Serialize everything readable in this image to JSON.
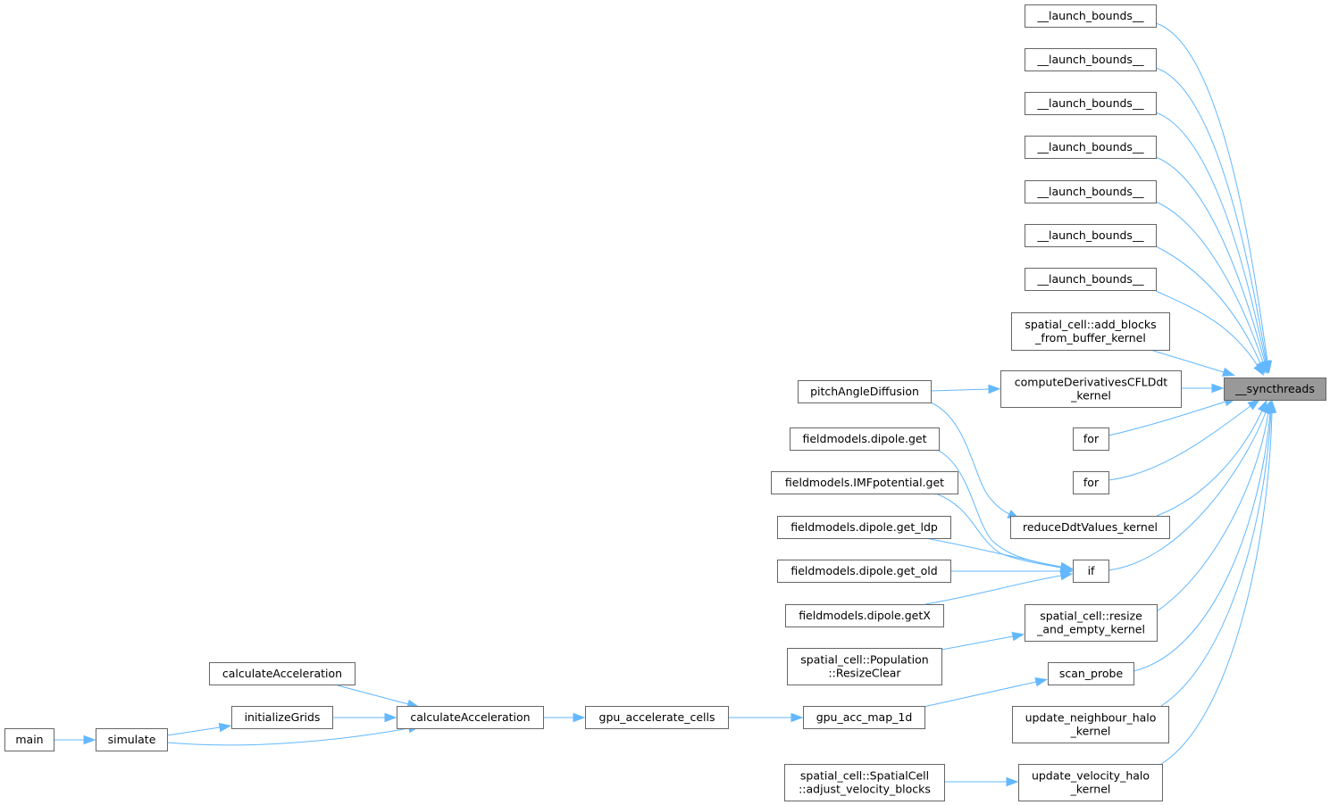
{
  "graph": {
    "nodes": [
      {
        "id": "syncthreads",
        "lines": [
          "__syncthreads"
        ],
        "root": true
      },
      {
        "id": "lb1",
        "lines": [
          "__launch_bounds__"
        ]
      },
      {
        "id": "lb2",
        "lines": [
          "__launch_bounds__"
        ]
      },
      {
        "id": "lb3",
        "lines": [
          "__launch_bounds__"
        ]
      },
      {
        "id": "lb4",
        "lines": [
          "__launch_bounds__"
        ]
      },
      {
        "id": "lb5",
        "lines": [
          "__launch_bounds__"
        ]
      },
      {
        "id": "lb6",
        "lines": [
          "__launch_bounds__"
        ]
      },
      {
        "id": "lb7",
        "lines": [
          "__launch_bounds__"
        ]
      },
      {
        "id": "addblocks",
        "lines": [
          "spatial_cell::add_blocks",
          "_from_buffer_kernel"
        ]
      },
      {
        "id": "cfl",
        "lines": [
          "computeDerivativesCFLDdt",
          "_kernel"
        ]
      },
      {
        "id": "for1",
        "lines": [
          "for"
        ]
      },
      {
        "id": "for2",
        "lines": [
          "for"
        ]
      },
      {
        "id": "reduce",
        "lines": [
          "reduceDdtValues_kernel"
        ]
      },
      {
        "id": "if",
        "lines": [
          "if"
        ]
      },
      {
        "id": "resize",
        "lines": [
          "spatial_cell::resize",
          "_and_empty_kernel"
        ]
      },
      {
        "id": "scan",
        "lines": [
          "scan_probe"
        ]
      },
      {
        "id": "neigh",
        "lines": [
          "update_neighbour_halo",
          "_kernel"
        ]
      },
      {
        "id": "velhalo",
        "lines": [
          "update_velocity_halo",
          "_kernel"
        ]
      },
      {
        "id": "pitch",
        "lines": [
          "pitchAngleDiffusion"
        ]
      },
      {
        "id": "dget",
        "lines": [
          "fieldmodels.dipole.get"
        ]
      },
      {
        "id": "imfget",
        "lines": [
          "fieldmodels.IMFpotential.get"
        ]
      },
      {
        "id": "getldp",
        "lines": [
          "fieldmodels.dipole.get_ldp"
        ]
      },
      {
        "id": "getold",
        "lines": [
          "fieldmodels.dipole.get_old"
        ]
      },
      {
        "id": "getx",
        "lines": [
          "fieldmodels.dipole.getX"
        ]
      },
      {
        "id": "popresize",
        "lines": [
          "spatial_cell::Population",
          "::ResizeClear"
        ]
      },
      {
        "id": "accmap",
        "lines": [
          "gpu_acc_map_1d"
        ]
      },
      {
        "id": "adjust",
        "lines": [
          "spatial_cell::SpatialCell",
          "::adjust_velocity_blocks"
        ]
      },
      {
        "id": "gpuacc",
        "lines": [
          "gpu_accelerate_cells"
        ]
      },
      {
        "id": "calcacc",
        "lines": [
          "calculateAcceleration"
        ]
      },
      {
        "id": "calcacc2",
        "lines": [
          "calculateAcceleration"
        ]
      },
      {
        "id": "initgrids",
        "lines": [
          "initializeGrids"
        ]
      },
      {
        "id": "simulate",
        "lines": [
          "simulate"
        ]
      },
      {
        "id": "main",
        "lines": [
          "main"
        ]
      }
    ],
    "edges": [
      {
        "from": "lb1",
        "to": "syncthreads"
      },
      {
        "from": "lb2",
        "to": "syncthreads"
      },
      {
        "from": "lb3",
        "to": "syncthreads"
      },
      {
        "from": "lb4",
        "to": "syncthreads"
      },
      {
        "from": "lb5",
        "to": "syncthreads"
      },
      {
        "from": "lb6",
        "to": "syncthreads"
      },
      {
        "from": "lb7",
        "to": "syncthreads"
      },
      {
        "from": "addblocks",
        "to": "syncthreads"
      },
      {
        "from": "cfl",
        "to": "syncthreads"
      },
      {
        "from": "for1",
        "to": "syncthreads"
      },
      {
        "from": "for2",
        "to": "syncthreads"
      },
      {
        "from": "reduce",
        "to": "syncthreads"
      },
      {
        "from": "if",
        "to": "syncthreads"
      },
      {
        "from": "resize",
        "to": "syncthreads"
      },
      {
        "from": "scan",
        "to": "syncthreads"
      },
      {
        "from": "neigh",
        "to": "syncthreads"
      },
      {
        "from": "velhalo",
        "to": "syncthreads"
      },
      {
        "from": "pitch",
        "to": "cfl"
      },
      {
        "from": "pitch",
        "to": "reduce"
      },
      {
        "from": "dget",
        "to": "if"
      },
      {
        "from": "imfget",
        "to": "if"
      },
      {
        "from": "getldp",
        "to": "if"
      },
      {
        "from": "getold",
        "to": "if"
      },
      {
        "from": "getx",
        "to": "if"
      },
      {
        "from": "popresize",
        "to": "resize"
      },
      {
        "from": "accmap",
        "to": "scan"
      },
      {
        "from": "adjust",
        "to": "velhalo"
      },
      {
        "from": "gpuacc",
        "to": "accmap"
      },
      {
        "from": "calcacc",
        "to": "gpuacc"
      },
      {
        "from": "calcacc2",
        "to": "calcacc"
      },
      {
        "from": "initgrids",
        "to": "calcacc"
      },
      {
        "from": "simulate",
        "to": "calcacc"
      },
      {
        "from": "simulate",
        "to": "initgrids"
      },
      {
        "from": "main",
        "to": "simulate"
      }
    ]
  }
}
